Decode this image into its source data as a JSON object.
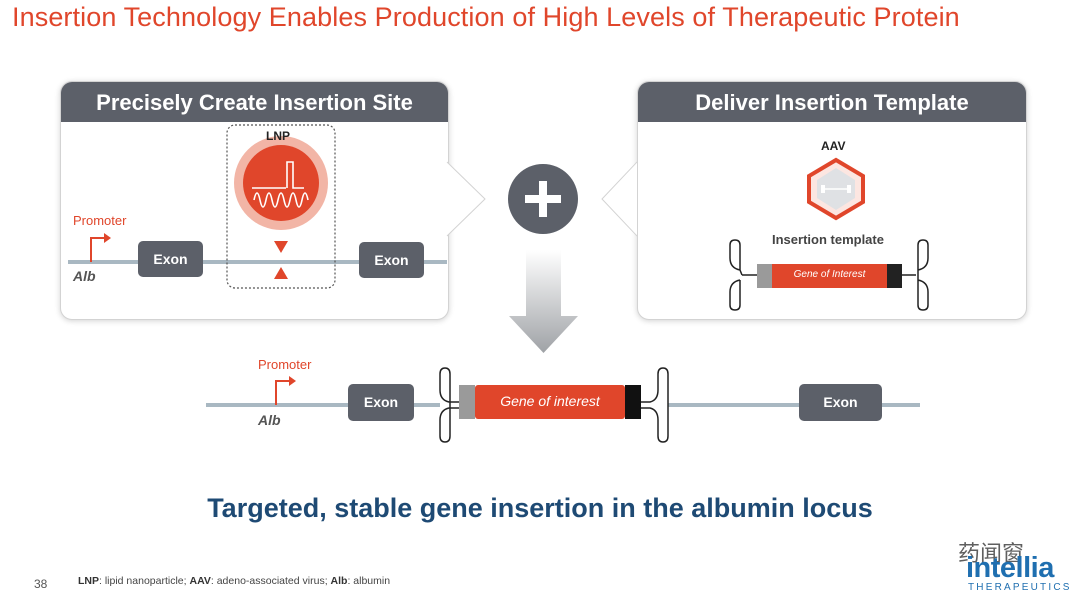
{
  "title": "Insertion Technology Enables Production of High Levels of Therapeutic Protein",
  "left_panel": {
    "heading": "Precisely Create Insertion Site",
    "promoter": "Promoter",
    "gene": "Alb",
    "lnp": "LNP",
    "exon_left": "Exon",
    "exon_right": "Exon"
  },
  "right_panel": {
    "heading": "Deliver Insertion Template",
    "aav": "AAV",
    "template_label": "Insertion template",
    "gene_label": "Gene of Interest"
  },
  "result": {
    "promoter": "Promoter",
    "gene": "Alb",
    "exon_left": "Exon",
    "insert_label": "Gene of interest",
    "exon_right": "Exon"
  },
  "tagline": "Targeted, stable gene insertion in the albumin locus",
  "footer": {
    "page_number": "38",
    "abbr_lnp": "LNP",
    "def_lnp": ": lipid nanoparticle; ",
    "abbr_aav": "AAV",
    "def_aav": ": adeno-associated virus; ",
    "abbr_alb": "Alb",
    "def_alb": ": albumin"
  },
  "watermark": "药闻窗",
  "logo": {
    "name": "intellia",
    "sub": "THERAPEUTICS"
  },
  "colors": {
    "accent": "#e0462b",
    "panel_header": "#5c6069",
    "tagline": "#1e4a74",
    "dna_line": "#a9b8c2"
  }
}
